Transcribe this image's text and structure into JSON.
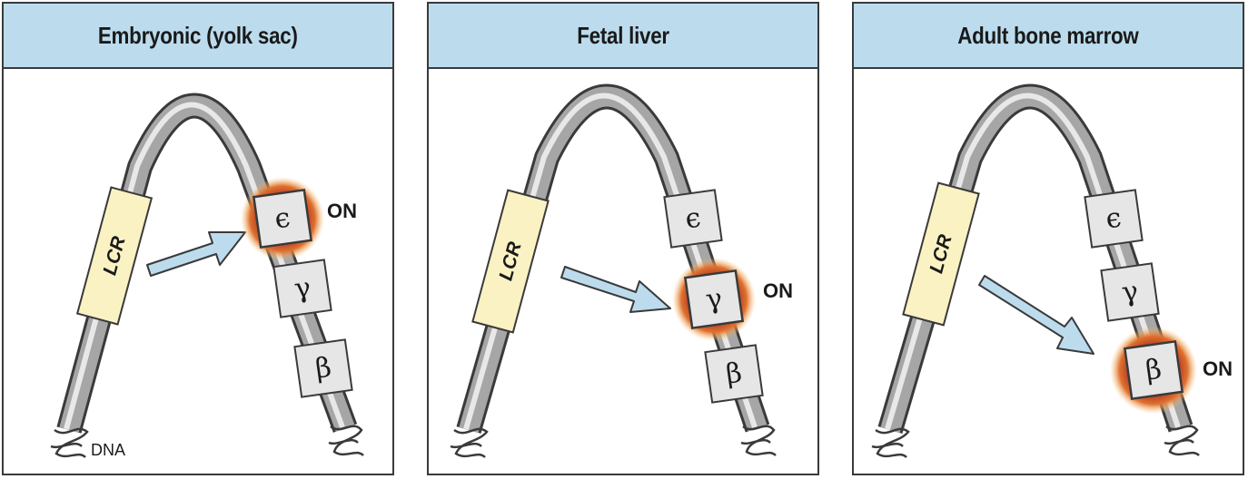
{
  "panels": [
    {
      "title": "Embryonic (yolk sac)",
      "active_gene": "epsilon"
    },
    {
      "title": "Fetal liver",
      "active_gene": "gamma"
    },
    {
      "title": "Adult bone marrow",
      "active_gene": "beta"
    }
  ],
  "labels": {
    "lcr": "LCR",
    "on": "ON",
    "dna": "DNA",
    "epsilon": "ϵ",
    "gamma": "γ",
    "beta": "β"
  },
  "colors": {
    "header": "#bcdcee",
    "lcr_fill": "#fbf2c3",
    "arrow_fill": "#bcdcee",
    "gene_box": "#e6e6e6",
    "glow_core": "#c0392b",
    "glow_outer": "#f5b041",
    "dna_tube": "#a6a6a6"
  }
}
